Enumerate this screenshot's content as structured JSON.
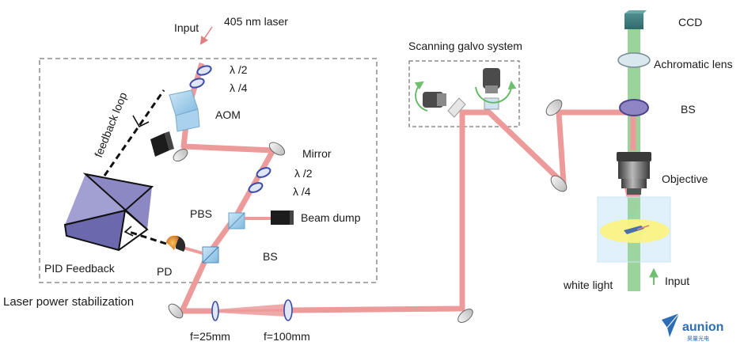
{
  "labels": {
    "laser": "405 nm laser",
    "input_top": "Input",
    "half_wave_1": "λ /2",
    "quarter_wave_1": "λ /4",
    "aom": "AOM",
    "feedback_loop": "feedback loop",
    "mirror": "Mirror",
    "half_wave_2": "λ /2",
    "quarter_wave_2": "λ /4",
    "pbs": "PBS",
    "beam_dump": "Beam dump",
    "bs_left": "BS",
    "pid_feedback": "PID Feedback",
    "pd": "PD",
    "stabilization": "Laser power stabilization",
    "lens_f1": "f=25mm",
    "lens_f2": "f=100mm",
    "galvo": "Scanning galvo system",
    "ccd": "CCD",
    "achromatic": "Achromatic lens",
    "bs_right": "BS",
    "objective": "Objective",
    "white_light": "white light",
    "input_bottom": "Input"
  },
  "logo": {
    "brand": "aunion",
    "sub": "昊量光电"
  },
  "colors": {
    "beam": "#ec9a9a",
    "beam_dark": "#e07f80",
    "green_beam": "#8fcf8f",
    "pid_box": "#8c88c4",
    "logo": "#2c6db5"
  }
}
